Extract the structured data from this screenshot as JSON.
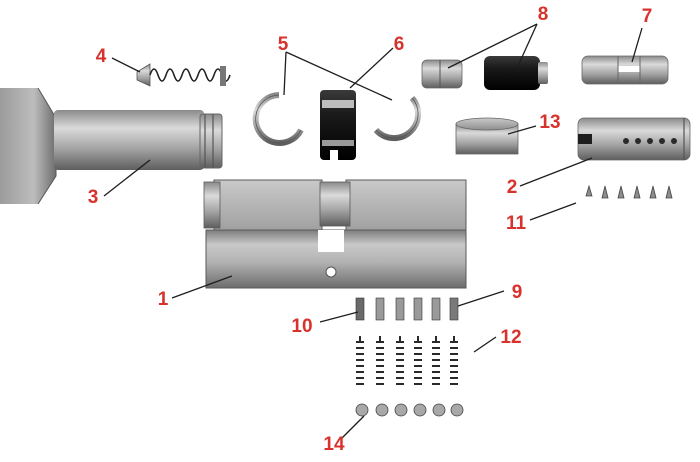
{
  "diagram": {
    "part_labels": [
      "1",
      "2",
      "3",
      "4",
      "5",
      "6",
      "7",
      "8",
      "9",
      "10",
      "11",
      "12",
      "13",
      "14"
    ]
  },
  "colors": {
    "label": "#d8322d",
    "leader": "#1e1e1e",
    "metal_dark": "#6a6a6a",
    "metal_mid": "#a9a9a9",
    "metal_light": "#dcdcdc",
    "black_part": "#1a1a1a"
  }
}
